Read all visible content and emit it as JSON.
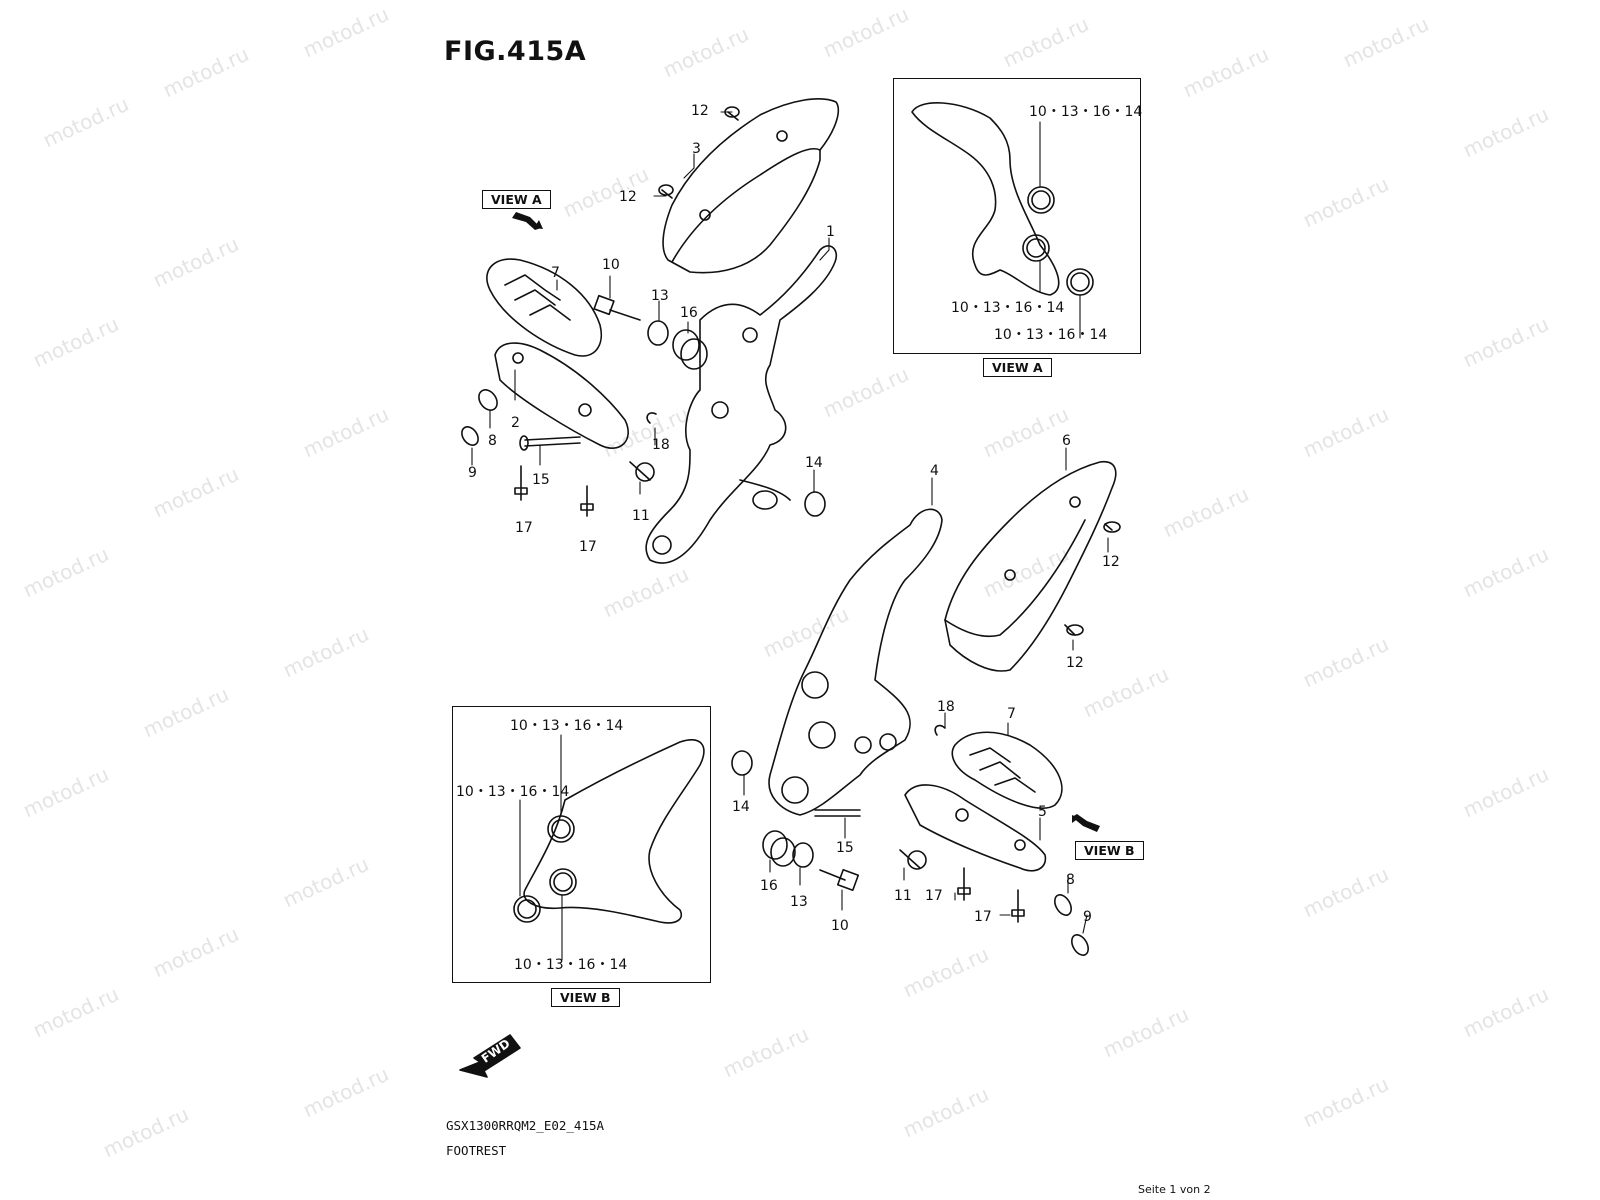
{
  "figure": {
    "title": "FIG.415A",
    "code": "GSX1300RRQM2_E02_415A",
    "name": "FOOTREST",
    "page": "Seite 1 von 2",
    "watermark": "motod.ru",
    "fwd": "FWD"
  },
  "views": {
    "a_label": "VIEW A",
    "b_label": "VIEW B"
  },
  "callouts": {
    "left": [
      "12",
      "3",
      "12",
      "7",
      "10",
      "13",
      "16",
      "1",
      "8",
      "9",
      "2",
      "15",
      "18",
      "11",
      "14",
      "17",
      "17"
    ],
    "right": [
      "4",
      "6",
      "12",
      "12",
      "18",
      "7",
      "5",
      "14",
      "15",
      "16",
      "13",
      "10",
      "11",
      "17",
      "17",
      "8",
      "9"
    ],
    "view_a": [
      "10・13・16・14",
      "10・13・16・14",
      "10・13・16・14"
    ],
    "view_b": [
      "10・13・16・14",
      "10・13・16・14",
      "10・13・16・14"
    ]
  }
}
